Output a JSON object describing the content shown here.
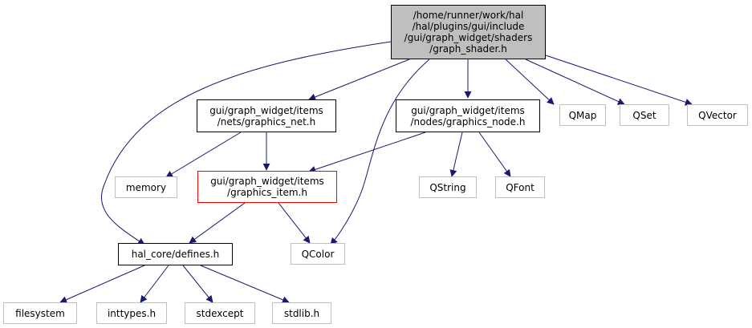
{
  "root": {
    "lines": [
      "/home/runner/work/hal",
      "/hal/plugins/gui/include",
      "/gui/graph_widget/shaders",
      "/graph_shader.h"
    ]
  },
  "graphics_net": {
    "lines": [
      "gui/graph_widget/items",
      "/nets/graphics_net.h"
    ]
  },
  "graphics_node": {
    "lines": [
      "gui/graph_widget/items",
      "/nodes/graphics_node.h"
    ]
  },
  "graphics_item": {
    "lines": [
      "gui/graph_widget/items",
      "/graphics_item.h"
    ]
  },
  "defines": {
    "label": "hal_core/defines.h"
  },
  "qmap": {
    "label": "QMap"
  },
  "qset": {
    "label": "QSet"
  },
  "qvector": {
    "label": "QVector"
  },
  "memory": {
    "label": "memory"
  },
  "qstring": {
    "label": "QString"
  },
  "qfont": {
    "label": "QFont"
  },
  "qcolor": {
    "label": "QColor"
  },
  "filesystem": {
    "label": "filesystem"
  },
  "inttypes": {
    "label": "inttypes.h"
  },
  "stdexcept": {
    "label": "stdexcept"
  },
  "stdlib": {
    "label": "stdlib.h"
  },
  "colors": {
    "edge": "#191970",
    "external_border": "#bfbfbf",
    "root_fill": "#bfbfbf",
    "highlight_border": "#ff0000"
  }
}
